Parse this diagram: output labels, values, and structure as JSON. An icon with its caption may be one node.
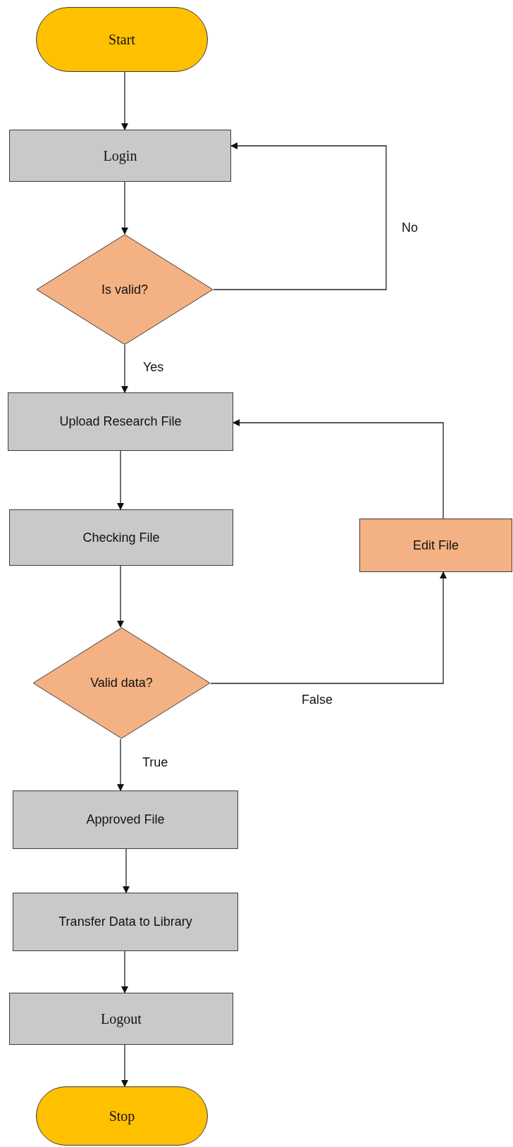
{
  "diagram": {
    "nodes": [
      {
        "text": [
          "Start"
        ]
      },
      {
        "text": [
          "Login"
        ]
      },
      {
        "text": [
          "Is valid?"
        ]
      },
      {
        "text": [
          "Upload Research File"
        ]
      },
      {
        "text": [
          "Checking File"
        ]
      },
      {
        "text": [
          "Edit File"
        ]
      },
      {
        "text": [
          "Valid data?"
        ]
      },
      {
        "text": [
          "Approved File"
        ]
      },
      {
        "text": [
          "Transfer Data to Library"
        ]
      },
      {
        "text": [
          "Logout"
        ]
      },
      {
        "text": [
          "Stop"
        ]
      }
    ],
    "edges": [
      {
        "from": 0,
        "to": 1,
        "arrow": "to"
      },
      {
        "from": 1,
        "to": 2,
        "arrow": "to"
      },
      {
        "from": 2,
        "to": 1,
        "arrow": "to",
        "label": "No"
      },
      {
        "from": 2,
        "to": 3,
        "arrow": "to",
        "label": "Yes"
      },
      {
        "from": 3,
        "to": 4,
        "arrow": "to"
      },
      {
        "from": 4,
        "to": 6,
        "arrow": "to"
      },
      {
        "from": 6,
        "to": 5,
        "arrow": "to",
        "label": "False"
      },
      {
        "from": 5,
        "to": 3,
        "arrow": "to"
      },
      {
        "from": 6,
        "to": 7,
        "arrow": "to",
        "label": "True"
      },
      {
        "from": 7,
        "to": 8,
        "arrow": "to"
      },
      {
        "from": 8,
        "to": 9,
        "arrow": "to"
      },
      {
        "from": 9,
        "to": 10,
        "arrow": "to"
      }
    ]
  }
}
